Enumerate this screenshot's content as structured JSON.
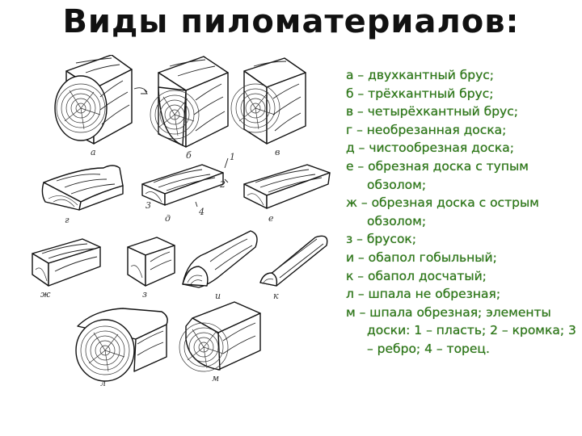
{
  "title": "Виды пиломатериалов:",
  "legend": [
    "а – двухкантный брус;",
    "б – трёхкантный брус;",
    "в – четырёхкантный брус;",
    "г – необрезанная доска;",
    "д – чистообрезная доска;",
    "е – обрезная доска с тупым обзолом;",
    "ж – обрезная доска с острым обзолом;",
    "з – брусок;",
    "и – обапол гобыльный;",
    "к – обапол досчатый;",
    "л – шпала не обрезная;",
    "м – шпала обрезная; элементы доски: 1 – пласть; 2 – кромка; 3 – ребро; 4 – торец."
  ],
  "figure_labels": {
    "a": "а",
    "b": "б",
    "v": "в",
    "g": "г",
    "d": "д",
    "e": "е",
    "zh": "ж",
    "z": "з",
    "i": "и",
    "k": "к",
    "l": "л",
    "m": "м",
    "n1": "1",
    "n2": "2",
    "n3": "3",
    "n4": "4"
  },
  "colors": {
    "legend_text": "#2f7a1a",
    "title": "#111111",
    "lines": "#111111"
  }
}
